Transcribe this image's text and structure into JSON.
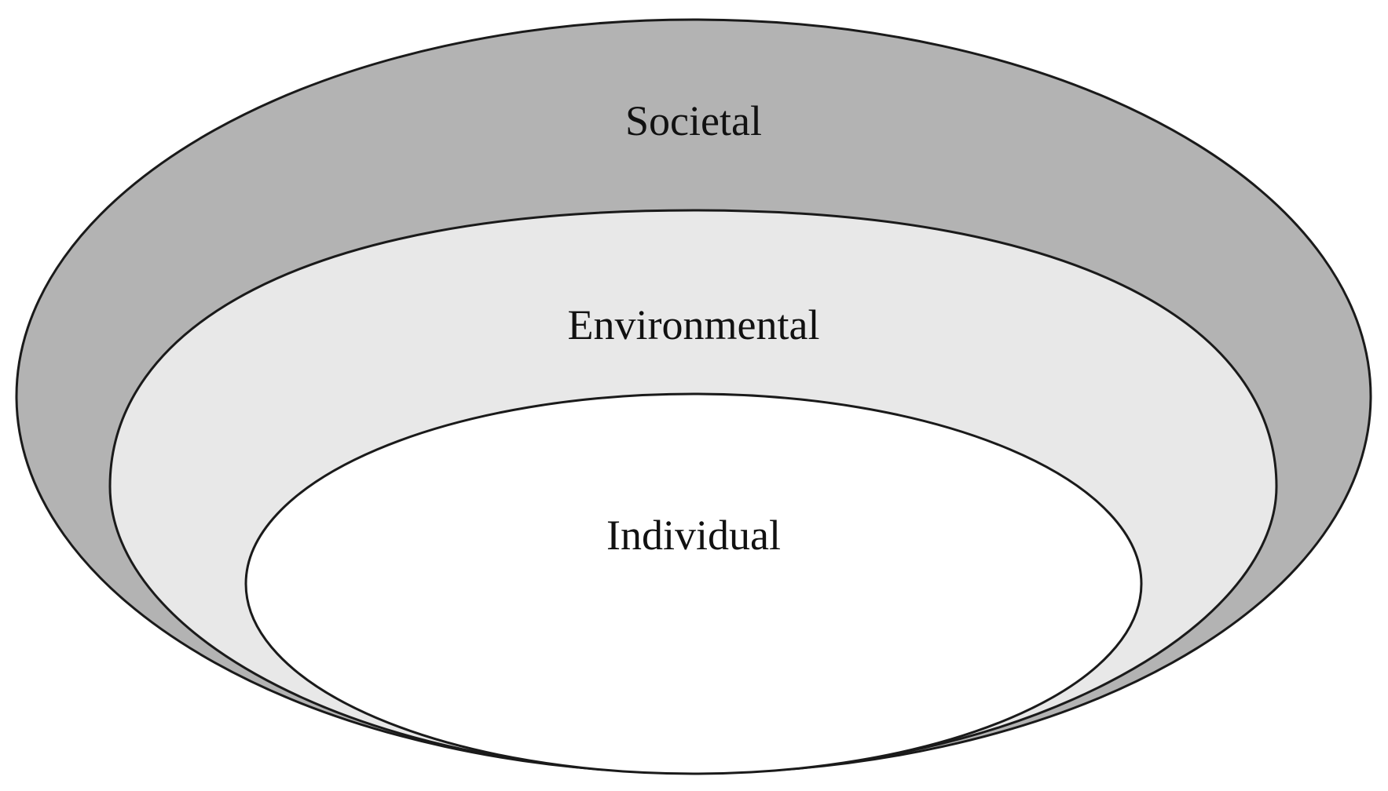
{
  "diagram": {
    "layers": [
      {
        "id": "societal",
        "label": "Societal",
        "fill": "#b3b3b3"
      },
      {
        "id": "environmental",
        "label": "Environmental",
        "fill": "#e8e8e8"
      },
      {
        "id": "individual",
        "label": "Individual",
        "fill": "#ffffff"
      }
    ],
    "outline_color": "#1a1a1a"
  }
}
